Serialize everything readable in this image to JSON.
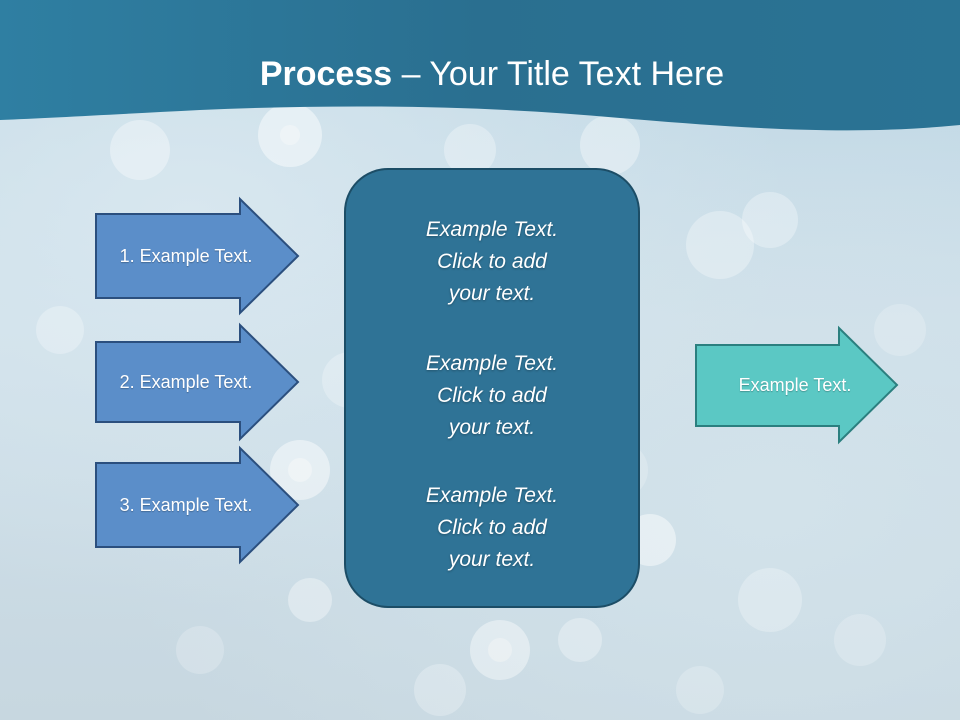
{
  "slide": {
    "title_bold": "Process",
    "title_rest": " – Your Title Text Here"
  },
  "inputs": [
    {
      "label": "1. Example Text."
    },
    {
      "label": "2. Example Text."
    },
    {
      "label": "3. Example Text."
    }
  ],
  "center": {
    "paragraphs": [
      {
        "lines": [
          "Example Text.",
          "Click  to add",
          "your text."
        ]
      },
      {
        "lines": [
          "Example Text.",
          "Click  to add",
          "your text."
        ]
      },
      {
        "lines": [
          "Example Text.",
          "Click  to add",
          "your text."
        ]
      }
    ]
  },
  "output": {
    "label": "Example Text."
  },
  "colors": {
    "header": "#2a6f8f",
    "input_arrow_fill": "#5b8ec9",
    "input_arrow_stroke": "#2b4f7e",
    "center_fill": "#2f7396",
    "output_arrow_fill": "#5bc8c4",
    "output_arrow_stroke": "#2b7f7f"
  }
}
